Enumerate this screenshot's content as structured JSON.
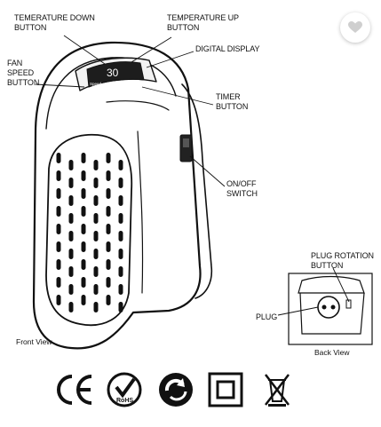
{
  "labels": {
    "temp_down": "TEMERATURE DOWN\nBUTTON",
    "temp_up": "TEMPERATURE UP\nBUTTON",
    "display": "DIGITAL DISPLAY",
    "fan_speed": "FAN\nSPEED\nBUTTON",
    "timer": "TIMER\nBUTTON",
    "onoff": "ON/OFF\nSWITCH",
    "plug_rotation": "PLUG ROTATION\nBUTTON",
    "plug": "PLUG"
  },
  "display_value": "30",
  "display_speed": "Speed",
  "display_timer": "Timer",
  "views": {
    "front": "Front View",
    "back": "Back View"
  },
  "certifications": [
    "CE",
    "RoHS",
    "recycle",
    "class-ii",
    "weee"
  ],
  "favorite_icon": "heart-icon"
}
